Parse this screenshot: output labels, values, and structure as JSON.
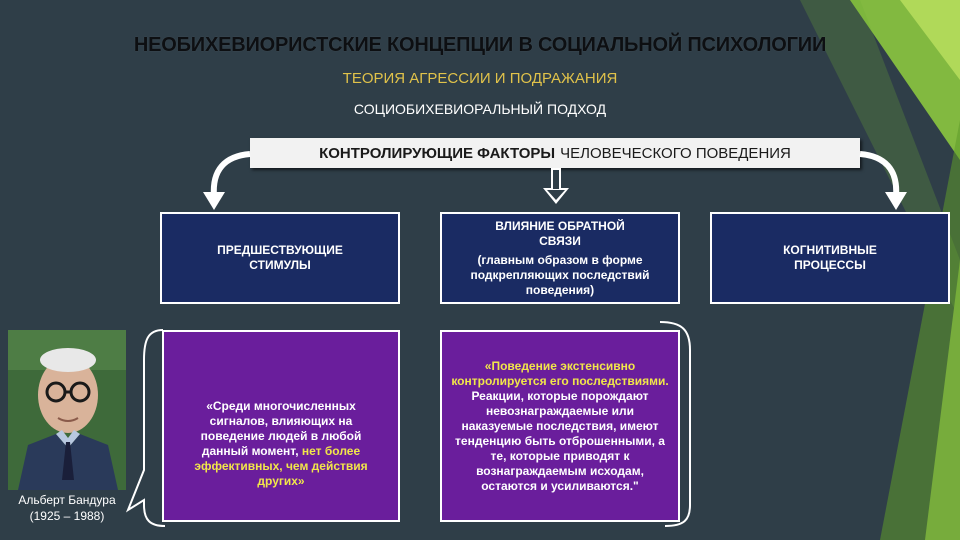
{
  "title": "НЕОБИХЕВИОРИСТСКИЕ КОНЦЕПЦИИ В СОЦИАЛЬНОЙ ПСИХОЛОГИИ",
  "subtitle": "ТЕОРИЯ АГРЕССИИ И ПОДРАЖАНИЯ",
  "approach": "СОЦИОБИХЕВИОРАЛЬНЫЙ ПОДХОД",
  "banner": {
    "bold": "КОНТРОЛИРУЮЩИЕ ФАКТОРЫ",
    "rest": "ЧЕЛОВЕЧЕСКОГО ПОВЕДЕНИЯ"
  },
  "boxes": {
    "stimuli": "ПРЕДШЕСТВУЮЩИЕ СТИМУЛЫ",
    "feedback_title": "ВЛИЯНИЕ ОБРАТНОЙ СВЯЗИ",
    "feedback_note": "(главным образом в форме подкрепляющих последствий поведения)",
    "cognitive": "КОГНИТИВНЫЕ ПРОЦЕССЫ"
  },
  "quotes": {
    "left_part1": "«Среди многочисленных сигналов, влияющих на поведение людей в любой данный момент,",
    "left_part2": "нет более эффективных, чем действия других»",
    "right_part1": "«Поведение экстенсивно контролируется его последствиями.",
    "right_part2": "Реакции, которые порождают невознаграждаемые или наказуемые последствия, имеют тенденцию быть отброшенными, а те, которые приводят к вознаграждаемым исходам, остаются и усиливаются.\""
  },
  "person": {
    "name": "Альберт Бандура",
    "years": "(1925 – 1988)"
  },
  "colors": {
    "background": "#2f3e48",
    "navy_box": "#1a2b63",
    "purple_box": "#6a1e9c",
    "accent_yellow": "#f1e64a",
    "subtitle_gold": "#e0c24a",
    "green_deco": "#8cc63f"
  }
}
